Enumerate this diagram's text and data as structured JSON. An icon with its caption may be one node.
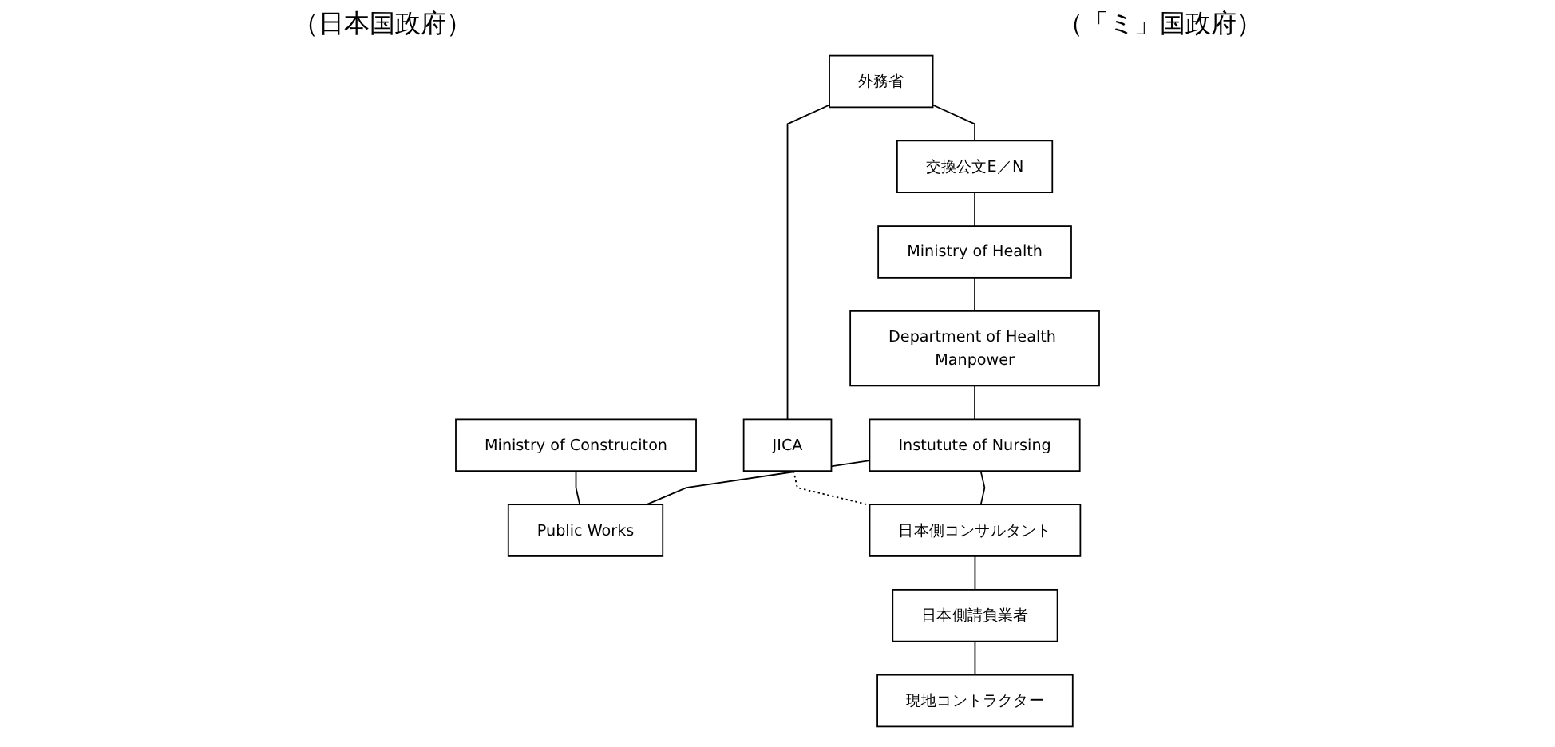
{
  "diagram": {
    "nodes": [
      {
        "text": [
          "外務省"
        ]
      },
      {
        "text": [
          "交換公文E／N"
        ]
      },
      {
        "text": [
          "Ministry of Health"
        ]
      },
      {
        "text": [
          "JICA"
        ]
      },
      {
        "text": [
          "Department of Health Manpower"
        ]
      },
      {
        "text": [
          "Ministry of Construciton"
        ]
      },
      {
        "text": [
          "Instutute of Nursing"
        ]
      },
      {
        "text": [
          "Public Works"
        ]
      },
      {
        "text": [
          "日本側コンサルタント"
        ]
      },
      {
        "text": [
          "日本側請負業者"
        ]
      },
      {
        "text": [
          "現地コントラクター"
        ]
      }
    ],
    "edges": [
      {
        "from": 0,
        "to": 1,
        "arrow": "none"
      },
      {
        "from": 1,
        "to": 2,
        "arrow": "none"
      },
      {
        "from": 0,
        "to": 3,
        "arrow": "none"
      },
      {
        "from": 2,
        "to": 4,
        "arrow": "none"
      },
      {
        "from": 4,
        "to": 6,
        "arrow": "none"
      },
      {
        "from": 5,
        "to": 7,
        "arrow": "none"
      },
      {
        "from": 6,
        "to": 7,
        "arrow": "none"
      },
      {
        "from": 3,
        "to": 8,
        "arrow": "none",
        "style": "dashed"
      },
      {
        "from": 6,
        "to": 8,
        "arrow": "none"
      },
      {
        "from": 8,
        "to": 9,
        "arrow": "none"
      },
      {
        "from": 9,
        "to": 10,
        "arrow": "none"
      }
    ],
    "labels": [
      "（日本国政府）",
      "（「ミ」国政府）"
    ]
  }
}
